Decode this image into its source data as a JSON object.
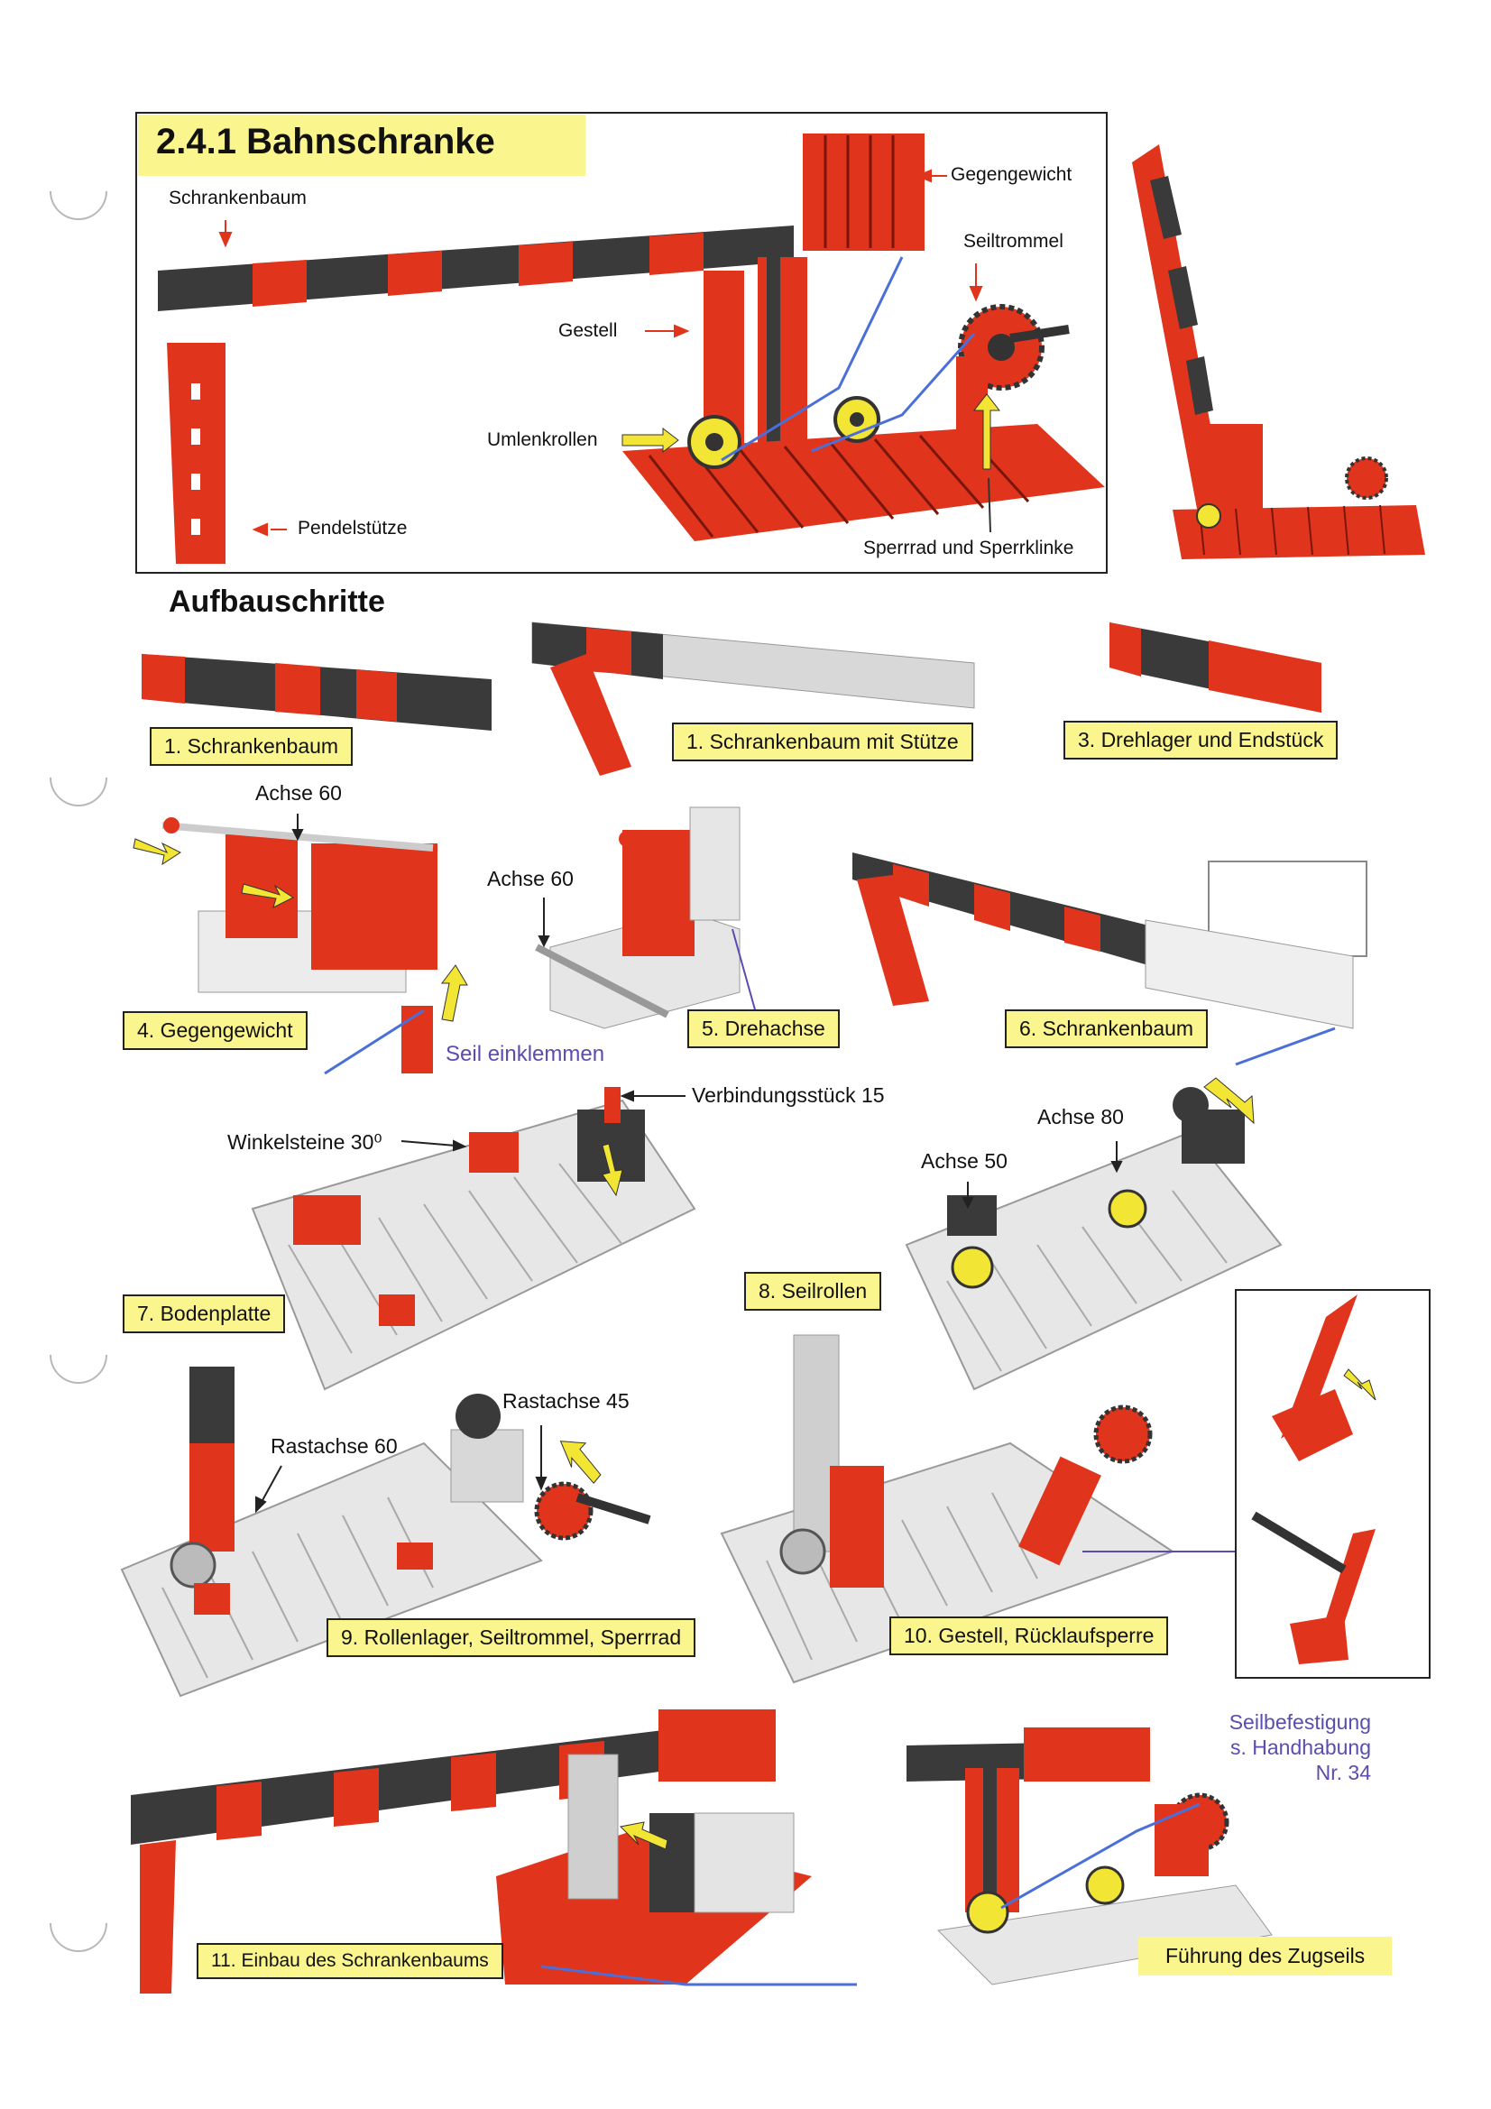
{
  "header": {
    "title": "2.4.1  Bahnschranke",
    "labels": {
      "schrankenbaum": "Schrankenbaum",
      "gegengewicht": "Gegengewicht",
      "seiltrommel": "Seiltrommel",
      "gestell": "Gestell",
      "umlenkrollen": "Umlenkrollen",
      "pendelstuetze": "Pendelstütze",
      "sperrrad": "Sperrrad und Sperrklinke"
    }
  },
  "section_title": "Aufbauschritte",
  "steps": {
    "s1": "1. Schrankenbaum",
    "s2": "1. Schrankenbaum mit Stütze",
    "s3": "3. Drehlager  und  Endstück",
    "s4": "4. Gegengewicht",
    "s5": "5. Drehachse",
    "s6": "6. Schrankenbaum",
    "s7": "7. Bodenplatte",
    "s8": "8. Seilrollen",
    "s9": "9. Rollenlager, Seiltrommel, Sperrrad",
    "s10": "10. Gestell, Rücklaufsperre",
    "s11": "11. Einbau des Schrankenbaums",
    "s12": "Führung des Zugseils"
  },
  "callouts": {
    "achse60_a": "Achse 60",
    "achse60_b": "Achse 60",
    "seil_einklemmen": "Seil einklemmen",
    "verbindungsstueck": "Verbindungsstück 15",
    "winkelsteine": "Winkelsteine 30⁰",
    "achse80": "Achse 80",
    "achse50": "Achse 50",
    "rastachse45": "Rastachse 45",
    "rastachse60": "Rastachse 60",
    "seilbefestigung_1": "Seilbefestigung",
    "seilbefestigung_2": "s. Handhabung",
    "seilbefestigung_3": "Nr. 34"
  },
  "colors": {
    "highlight": "#fbf58e",
    "red": "#e0341c",
    "dark": "#3a3a3a",
    "blue_text": "#5a4db0"
  }
}
